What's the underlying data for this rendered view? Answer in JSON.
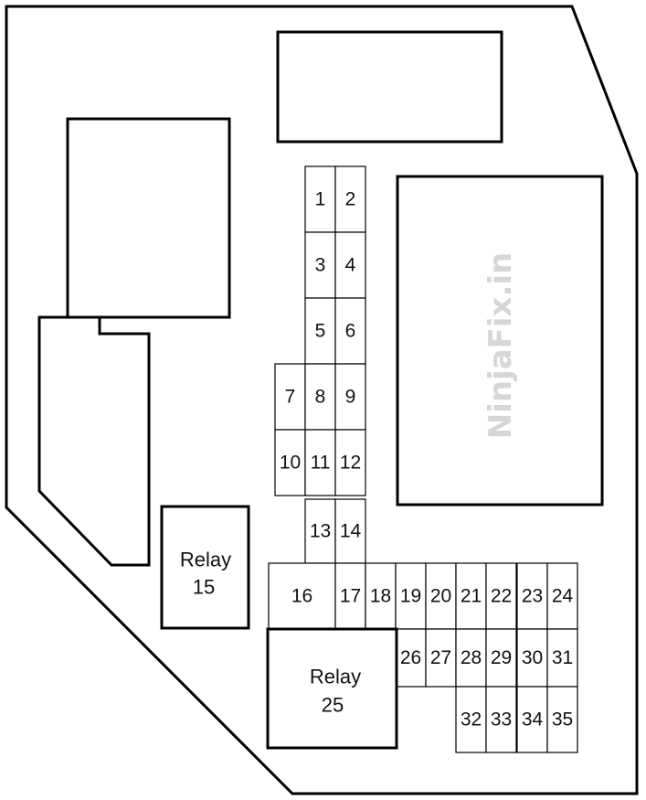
{
  "watermark": "NinjaFix.in",
  "fuses": [
    "1",
    "2",
    "3",
    "4",
    "5",
    "6",
    "7",
    "8",
    "9",
    "10",
    "11",
    "12",
    "13",
    "14",
    "16",
    "17",
    "18",
    "19",
    "20",
    "21",
    "22",
    "23",
    "24",
    "26",
    "27",
    "28",
    "29",
    "30",
    "31",
    "32",
    "33",
    "34",
    "35"
  ],
  "relays": [
    {
      "line1": "Relay",
      "line2": "15"
    },
    {
      "line1": "Relay",
      "line2": "25"
    }
  ]
}
